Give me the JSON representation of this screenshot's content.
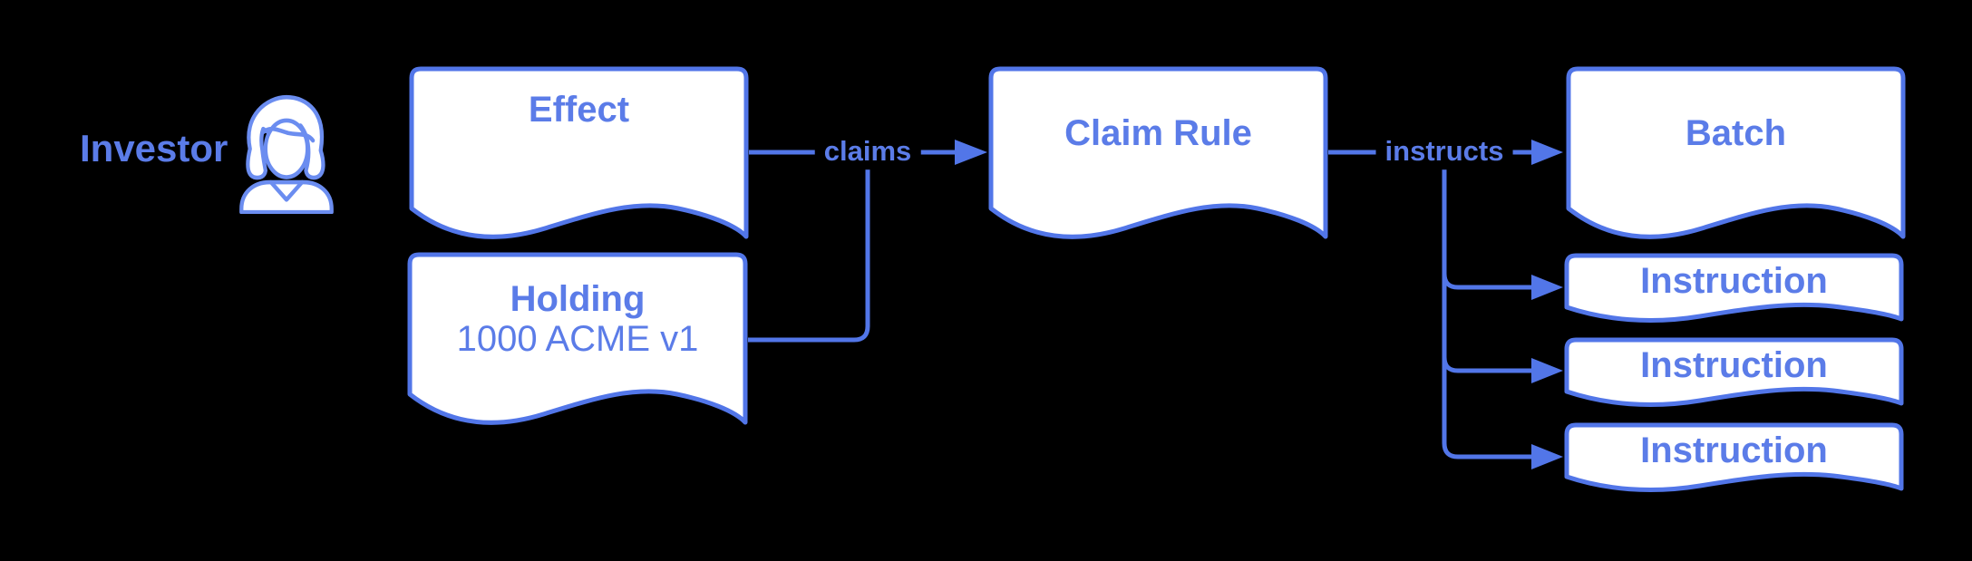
{
  "palette": {
    "background": "#000000",
    "stroke": "#5276E8",
    "text": "#5B7CE8",
    "node_fill": "#FFFFFF",
    "icon_stroke": "#6B8DF0"
  },
  "actor": {
    "label": "Investor",
    "icon": "woman-user-icon"
  },
  "nodes": {
    "effect": {
      "title": "Effect",
      "shape": "document"
    },
    "holding": {
      "title": "Holding",
      "subtitle": "1000 ACME v1",
      "shape": "document"
    },
    "claim_rule": {
      "title": "Claim Rule",
      "shape": "document"
    },
    "batch": {
      "title": "Batch",
      "shape": "document"
    },
    "instructions": [
      {
        "title": "Instruction",
        "shape": "document"
      },
      {
        "title": "Instruction",
        "shape": "document"
      },
      {
        "title": "Instruction",
        "shape": "document"
      }
    ]
  },
  "edges": [
    {
      "from": "effect-and-holding",
      "to": "claim_rule",
      "label": "claims"
    },
    {
      "from": "claim_rule",
      "to": "batch-and-instructions",
      "label": "instructs"
    }
  ]
}
